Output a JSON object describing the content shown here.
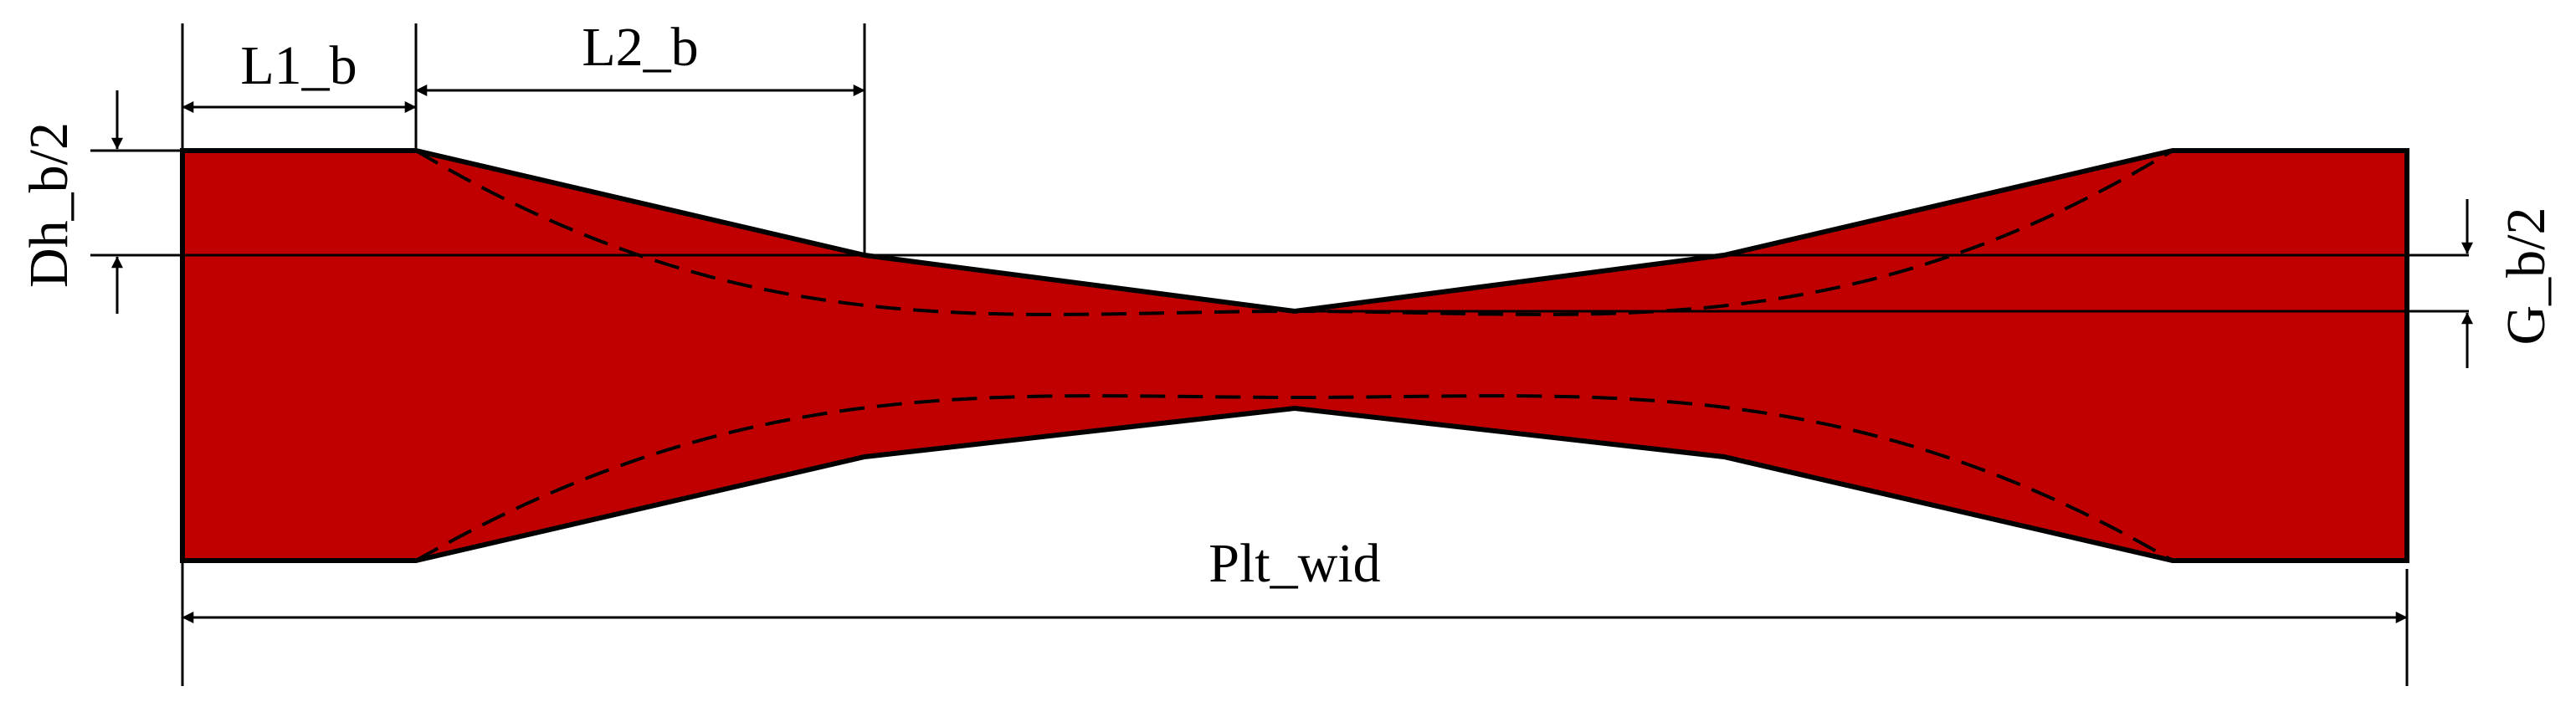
{
  "colors": {
    "plate_fill": "#c00000",
    "outline": "#000000",
    "background": "#ffffff"
  },
  "labels": {
    "l1": "L1_b",
    "l2": "L2_b",
    "dh": "Dh_b/2",
    "g": "G_b/2",
    "plt_wid": "Plt_wid"
  }
}
